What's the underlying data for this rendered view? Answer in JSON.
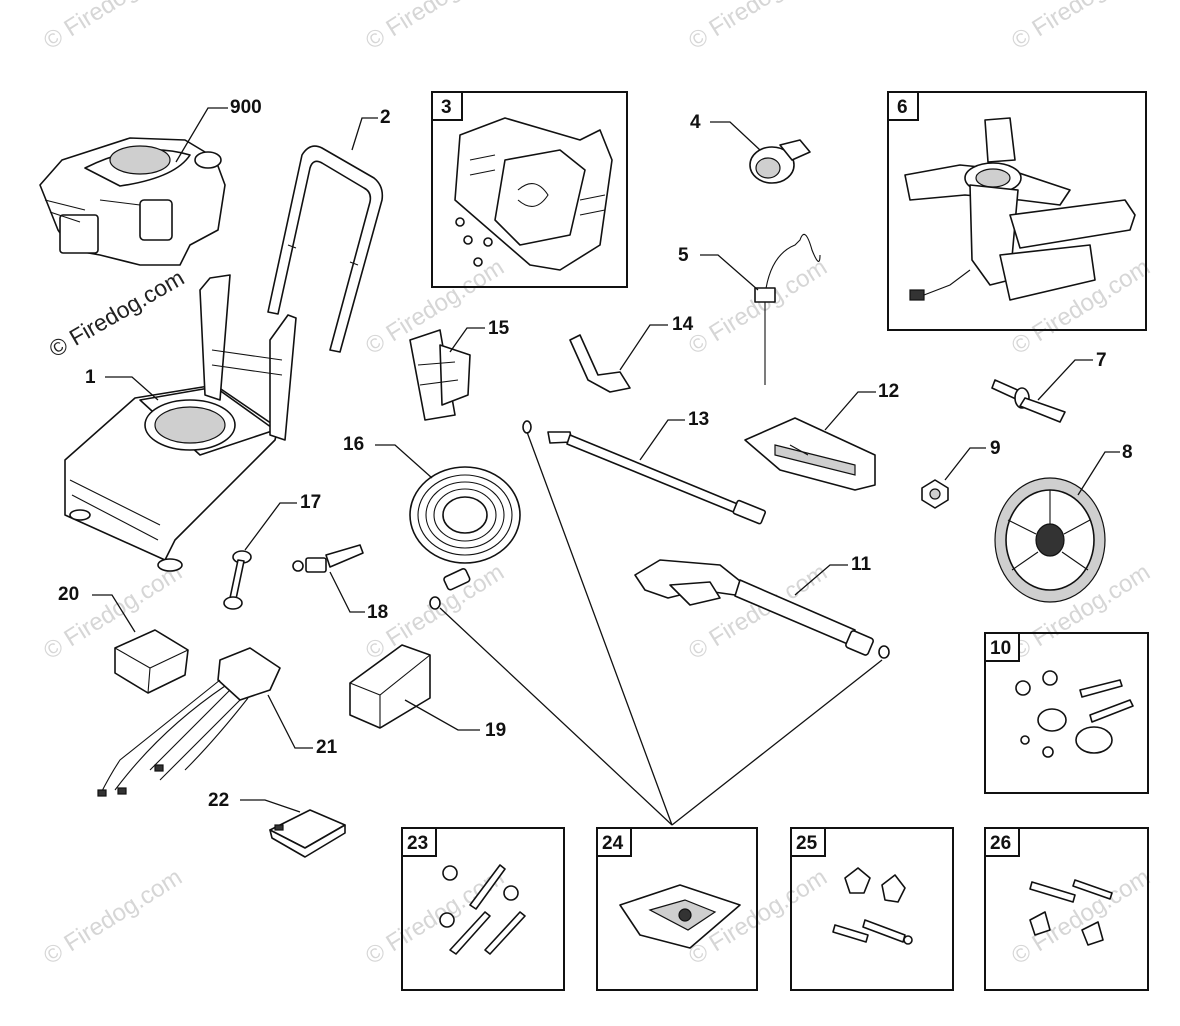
{
  "watermark": {
    "main_text": "© Firedog.com",
    "faint_text": "© Firedog.com"
  },
  "part_labels": {
    "p900": "900",
    "p1": "1",
    "p2": "2",
    "p3": "3",
    "p4": "4",
    "p5": "5",
    "p6": "6",
    "p7": "7",
    "p8": "8",
    "p9": "9",
    "p10": "10",
    "p11": "11",
    "p12": "12",
    "p13": "13",
    "p14": "14",
    "p15": "15",
    "p16": "16",
    "p17": "17",
    "p18": "18",
    "p19": "19",
    "p20": "20",
    "p21": "21",
    "p22": "22",
    "p23": "23",
    "p24": "24",
    "p25": "25",
    "p26": "26"
  },
  "colors": {
    "line": "#111111",
    "watermark": "#d6d6d6",
    "background": "#ffffff"
  }
}
